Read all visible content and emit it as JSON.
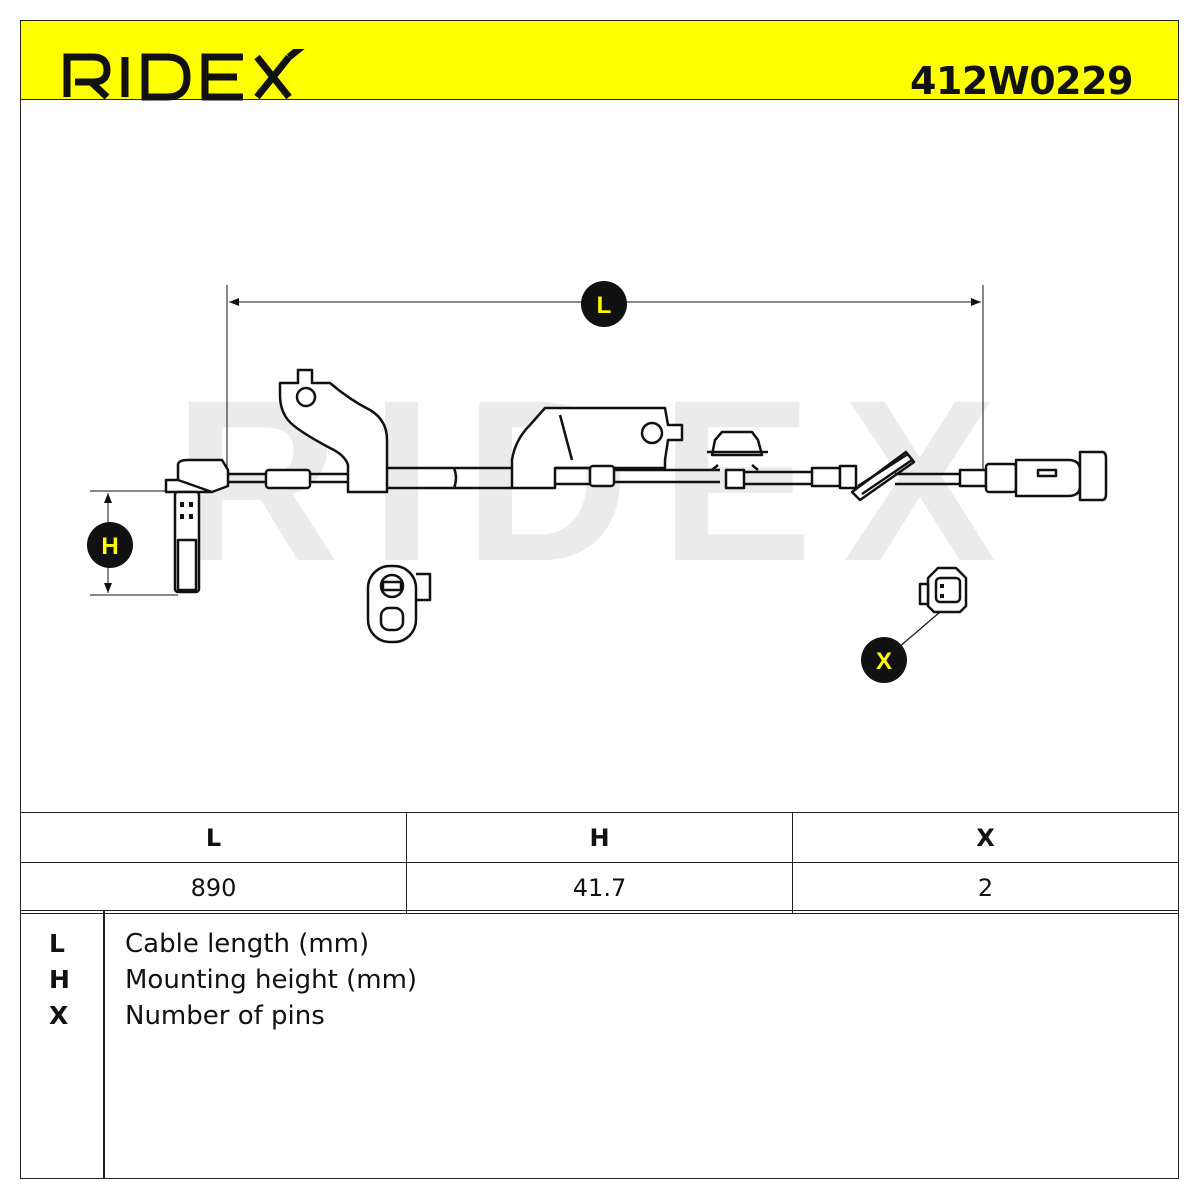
{
  "header": {
    "brand": "RIDEX",
    "part_number": "412W0229",
    "accent_color": "#ffff00"
  },
  "watermark": "RIDEX",
  "diagram": {
    "dimension_labels": [
      "L",
      "H",
      "X"
    ]
  },
  "spec_table": {
    "headers": [
      "L",
      "H",
      "X"
    ],
    "values": [
      "890",
      "41.7",
      "2"
    ]
  },
  "legend": [
    {
      "key": "L",
      "text": "Cable length (mm)"
    },
    {
      "key": "H",
      "text": "Mounting height (mm)"
    },
    {
      "key": "X",
      "text": "Number of pins"
    }
  ]
}
